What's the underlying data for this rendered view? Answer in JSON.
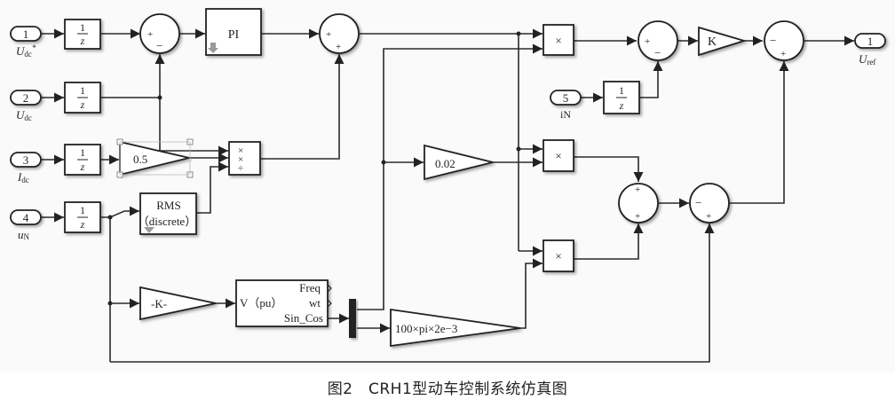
{
  "caption": "图2　CRH1型动车控制系统仿真图",
  "inports": [
    {
      "num": "1",
      "label": "U",
      "sub": "dc",
      "sup": "*"
    },
    {
      "num": "2",
      "label": "U",
      "sub": "dc",
      "sup": ""
    },
    {
      "num": "3",
      "label": "I",
      "sub": "dc",
      "sup": ""
    },
    {
      "num": "4",
      "label": "u",
      "sub": "N",
      "sup": ""
    },
    {
      "num": "5",
      "label": "iN",
      "sub": "",
      "sup": ""
    }
  ],
  "outport": {
    "num": "1",
    "label": "U",
    "sub": "ref"
  },
  "unit_delay": {
    "num": "1",
    "den": "z"
  },
  "blocks": {
    "pi": "PI",
    "gain_half": "0.5",
    "rms_line1": "RMS",
    "rms_line2": "（discrete）",
    "gain_k": "K",
    "gain_002": "0.02",
    "gain_negk": "-K-",
    "pll_in": "V（pu）",
    "pll_freq": "Freq",
    "pll_wt": "wt",
    "pll_sincos": "Sin_Cos",
    "gain_omega": "100×pi×2e−3",
    "product_sign": "×",
    "divide_sign": "÷"
  },
  "signs": {
    "plus": "+",
    "minus": "−"
  }
}
